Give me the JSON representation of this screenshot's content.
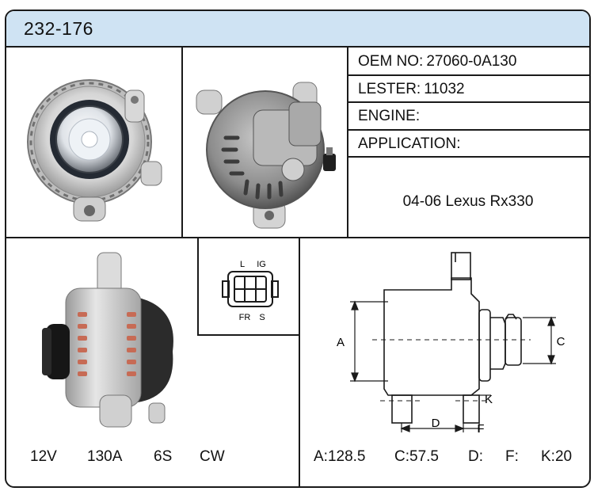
{
  "header": {
    "title": "232-176"
  },
  "info": {
    "oem_label": "OEM NO:",
    "oem_value": "27060-0A130",
    "lester_label": "LESTER:",
    "lester_value": "11032",
    "engine_label": "ENGINE:",
    "engine_value": "",
    "application_label": "APPLICATION:",
    "application_value": "04-06 Lexus Rx330"
  },
  "connector": {
    "pin_l": "L",
    "pin_ig": "IG",
    "pin_fr": "FR",
    "pin_s": "S"
  },
  "electrical": {
    "voltage": "12V",
    "amperage": "130A",
    "pulley": "6S",
    "rotation": "CW"
  },
  "dimension_labels": {
    "a": "A",
    "c": "C",
    "d": "D",
    "f": "F",
    "k": "K"
  },
  "dimensions": {
    "a": "A:128.5",
    "c": "C:57.5",
    "d": "D:",
    "f": "F:",
    "k": "K:20"
  },
  "colors": {
    "header_bg": "#cfe3f3",
    "border": "#1a1a1a",
    "dimension_ink": "#d9322b"
  }
}
